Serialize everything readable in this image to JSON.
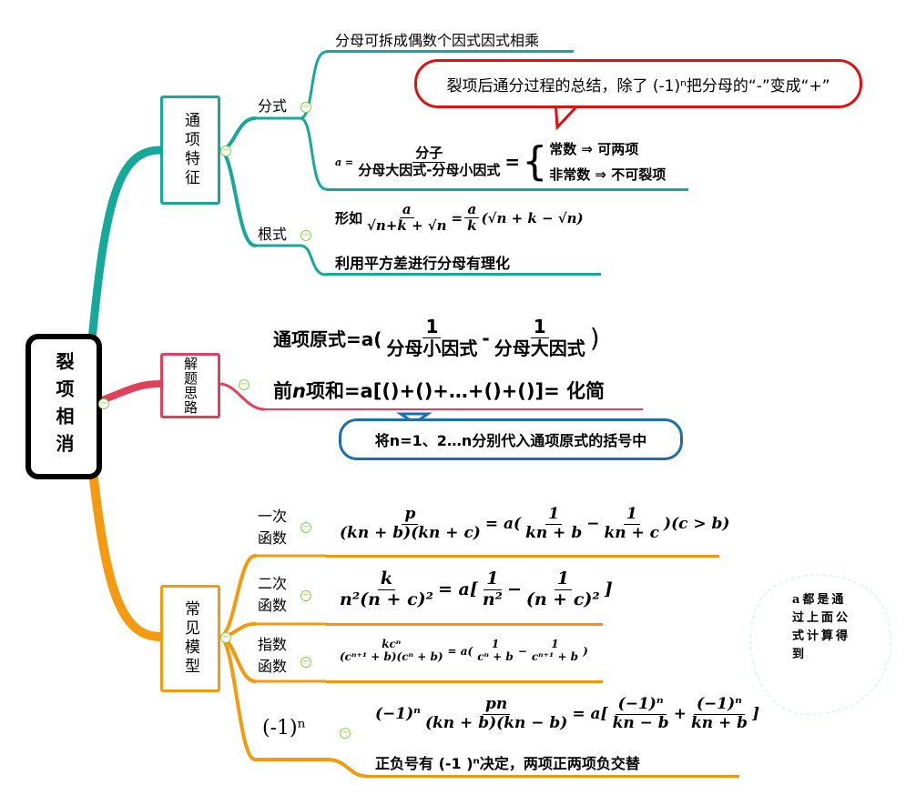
{
  "root": "裂项相消",
  "general": {
    "label": "通项特征",
    "fraction": {
      "label": "分式",
      "note": "分母可拆成偶数个因式因式相乘",
      "callout": "裂项后通分过程的总结，除了  (-1)ⁿ把分母的“-”变成“+”",
      "a_eq": "a =",
      "num": "分子",
      "den": "分母大因式-分母小因式",
      "eq": "=",
      "case1": "常数 ⇒ 可两项",
      "case2": "非常数 ⇒ 不可裂项"
    },
    "radical": {
      "label": "根式",
      "prefix": "形如",
      "num": "a",
      "den": "√n+k + √n",
      "eq": "=",
      "num2": "a",
      "den2": "k",
      "tail": "(√n + k − √n)",
      "note": "利用平方差进行分母有理化"
    }
  },
  "approach": {
    "label": "解题思路",
    "f1_prefix": "通项原式=a(",
    "f1_num1": "1",
    "f1_den1": "分母小因式",
    "f1_minus": "-",
    "f1_num2": "1",
    "f1_den2": "分母大因式",
    "f1_close": ")",
    "f2_a": "前",
    "f2_n": "n",
    "f2_b": "项和=a[()+()+…+()+()]= 化简",
    "callout": "将n=1、2…n分别代入通项原式的括号中"
  },
  "models": {
    "label": "常见模型",
    "linear": {
      "label1": "一次",
      "label2": "函数",
      "num": "p",
      "den": "(kn + b)(kn + c)",
      "eq": "= a(",
      "n1": "1",
      "d1": "kn + b",
      "minus": "−",
      "n2": "1",
      "d2": "kn + c",
      "tail": ")(c > b)"
    },
    "quadratic": {
      "label1": "二次",
      "label2": "函数",
      "num": "k",
      "den": "n²(n + c)²",
      "eq": "= a[",
      "n1": "1",
      "d1": "n²",
      "minus": "−",
      "n2": "1",
      "d2": "(n + c)²",
      "tail": "]"
    },
    "exponential": {
      "label1": "指数",
      "label2": "函数",
      "num": "kcⁿ",
      "den": "(cⁿ⁺¹ + b)(cⁿ + b)",
      "eq": "= a(",
      "n1": "1",
      "d1": "cⁿ + b",
      "minus": "−",
      "n2": "1",
      "d2": "cⁿ⁺¹ + b",
      "tail": ")"
    },
    "alternating": {
      "label": "(-1)ⁿ",
      "prefix": "(−1)ⁿ",
      "num": "pn",
      "den": "(kn + b)(kn − b)",
      "eq": "= a[",
      "n1": "(−1)ⁿ",
      "d1": "kn − b",
      "plus": "+",
      "n2": "(−1)ⁿ",
      "d2": "kn + b",
      "tail": "]",
      "note": "正负号有 (-1 )ⁿ决定，两项正两项负交替"
    }
  },
  "side_note": "a都是通过上面公式计算得到"
}
